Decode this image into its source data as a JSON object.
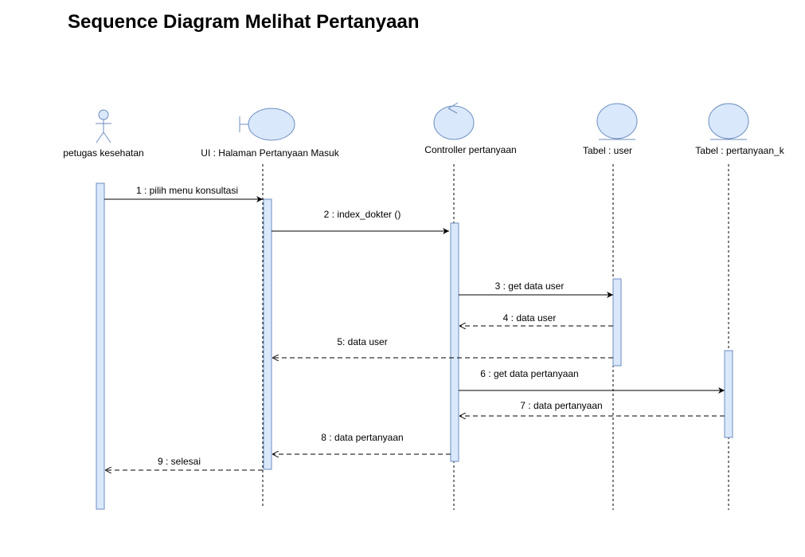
{
  "title": "Sequence Diagram Melihat Pertanyaan",
  "colors": {
    "fill": "#dae8fc",
    "stroke": "#6c8ebf",
    "line": "#000000"
  },
  "participants": [
    {
      "id": "actor",
      "kind": "actor",
      "icon": "actor-icon",
      "label": "petugas kesehatan"
    },
    {
      "id": "ui",
      "kind": "boundary",
      "icon": "boundary-icon",
      "label": "UI : Halaman Pertanyaan Masuk"
    },
    {
      "id": "ctrl",
      "kind": "control",
      "icon": "control-icon",
      "label": "Controller  pertanyaan"
    },
    {
      "id": "user",
      "kind": "entity",
      "icon": "entity-icon",
      "label": "Tabel : user"
    },
    {
      "id": "tanya",
      "kind": "entity",
      "icon": "entity-icon",
      "label": "Tabel :  pertanyaan_k"
    }
  ],
  "messages": [
    {
      "label": "1 : pilih menu  konsultasi",
      "from": "petugas kesehatan",
      "to": "UI : Halaman Pertanyaan Masuk",
      "type": "sync"
    },
    {
      "label": "2 : index_dokter ()",
      "from": "UI : Halaman Pertanyaan Masuk",
      "to": "Controller  pertanyaan",
      "type": "sync"
    },
    {
      "label": "3 : get data user",
      "from": "Controller  pertanyaan",
      "to": "Tabel : user",
      "type": "sync"
    },
    {
      "label": "4 : data user",
      "from": "Tabel : user",
      "to": "Controller  pertanyaan",
      "type": "return"
    },
    {
      "label": "5: data user",
      "from": "Tabel : user",
      "to": "UI : Halaman Pertanyaan Masuk",
      "type": "return"
    },
    {
      "label": "6 : get data pertanyaan",
      "from": "Controller  pertanyaan",
      "to": "Tabel :  pertanyaan_k",
      "type": "sync"
    },
    {
      "label": "7 : data pertanyaan",
      "from": "Tabel :  pertanyaan_k",
      "to": "Controller  pertanyaan",
      "type": "return"
    },
    {
      "label": "8 : data pertanyaan",
      "from": "Controller  pertanyaan",
      "to": "UI : Halaman Pertanyaan Masuk",
      "type": "return"
    },
    {
      "label": "9 : selesai",
      "from": "UI : Halaman Pertanyaan Masuk",
      "to": "petugas kesehatan",
      "type": "return"
    }
  ]
}
